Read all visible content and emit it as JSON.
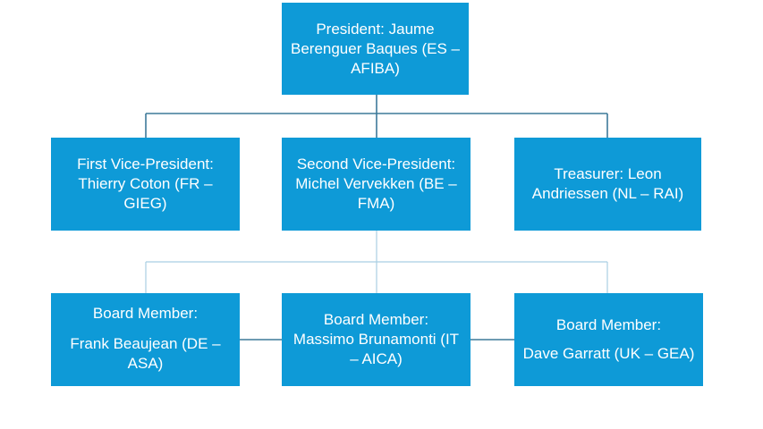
{
  "org_chart": {
    "president": {
      "label": "President: Jaume Berenguer Baques (ES – AFIBA)"
    },
    "vice_presidents": [
      {
        "label": "First Vice-President: Thierry Coton (FR – GIEG)"
      },
      {
        "label": "Second Vice-President: Michel Vervekken (BE – FMA)"
      },
      {
        "label": "Treasurer: Leon Andriessen (NL – RAI)"
      }
    ],
    "board_members": [
      {
        "role": "Board Member:",
        "name": "Frank Beaujean (DE – ASA)"
      },
      {
        "role": "Board Member:",
        "name": "Massimo Brunamonti (IT – AICA)"
      },
      {
        "role": "Board Member:",
        "name": "Dave Garratt (UK – GEA)"
      }
    ]
  },
  "colors": {
    "box_fill": "#0e9ad7",
    "box_text": "#ffffff",
    "connector_dark": "#3d7a99",
    "connector_light": "#a9cfe3"
  }
}
